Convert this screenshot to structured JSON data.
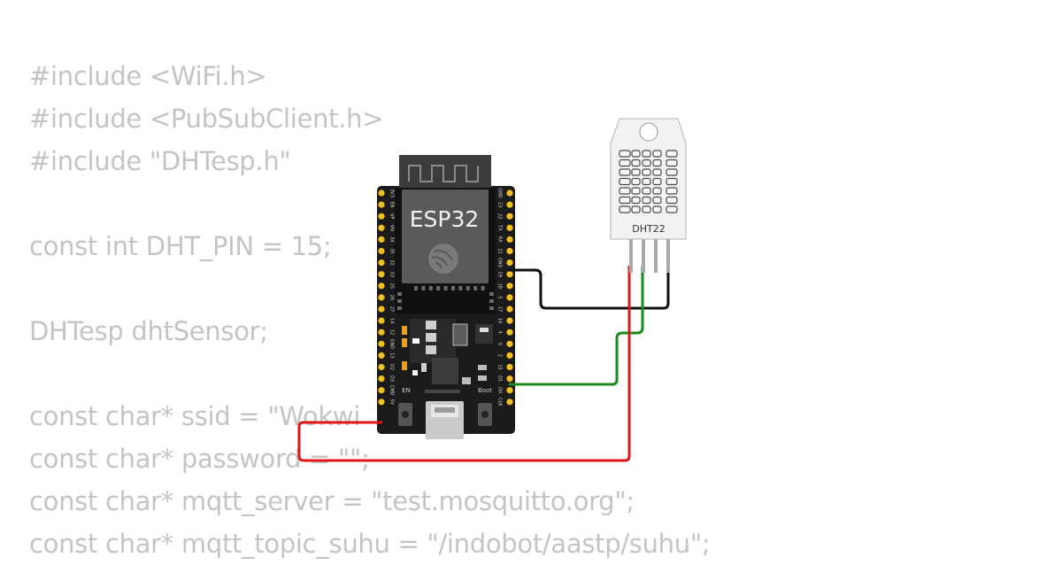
{
  "code": {
    "lines": [
      "#include <WiFi.h>",
      "#include <PubSubClient.h>",
      "#include \"DHTesp.h\"",
      "",
      "const int DHT_PIN = 15;",
      "",
      "DHTesp dhtSensor;",
      "",
      "const char* ssid = \"Wokwi",
      "const char* password = \"\";",
      "const char* mqtt_server = \"test.mosquitto.org\";",
      "const char* mqtt_topic_suhu = \"/indobot/aastp/suhu\";"
    ]
  },
  "board": {
    "name": "ESP32",
    "button_en": "EN",
    "button_boot": "Boot",
    "pins_left": [
      "3V3",
      "EN",
      "VP",
      "VN",
      "34",
      "35",
      "32",
      "33",
      "25",
      "26",
      "27",
      "14",
      "12",
      "GND",
      "13",
      "D2",
      "D3",
      "CMD",
      "5V"
    ],
    "pins_right": [
      "GND",
      "23",
      "22",
      "TX",
      "RX",
      "21",
      "GND",
      "19",
      "18",
      "5",
      "17",
      "16",
      "4",
      "0",
      "2",
      "15",
      "D1",
      "D0",
      "CLK"
    ]
  },
  "sensor": {
    "name": "DHT22"
  },
  "wires": [
    {
      "name": "ground",
      "color": "#111111"
    },
    {
      "name": "data",
      "color": "#1a8a1a"
    },
    {
      "name": "power",
      "color": "#e01515"
    }
  ]
}
